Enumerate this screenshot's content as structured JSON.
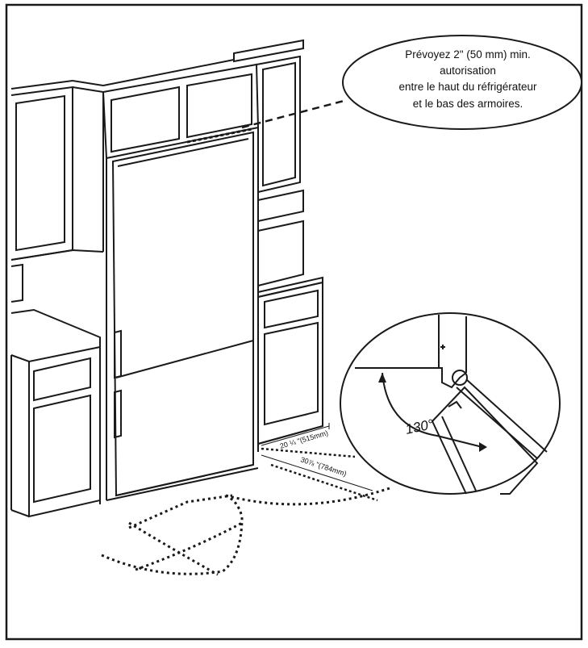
{
  "callout": {
    "line1": "Prévoyez 2\" (50 mm) min.",
    "line2": "autorisation",
    "line3": "entre le haut du réfrigérateur",
    "line4": "et le bas des armoires."
  },
  "dimensions": {
    "width_label": "20 ¼ \"(515mm)",
    "depth_label": "30⅞ \"(784mm)"
  },
  "detail": {
    "angle_label": "130°"
  },
  "colors": {
    "line": "#1a1a1a",
    "background": "#ffffff"
  }
}
